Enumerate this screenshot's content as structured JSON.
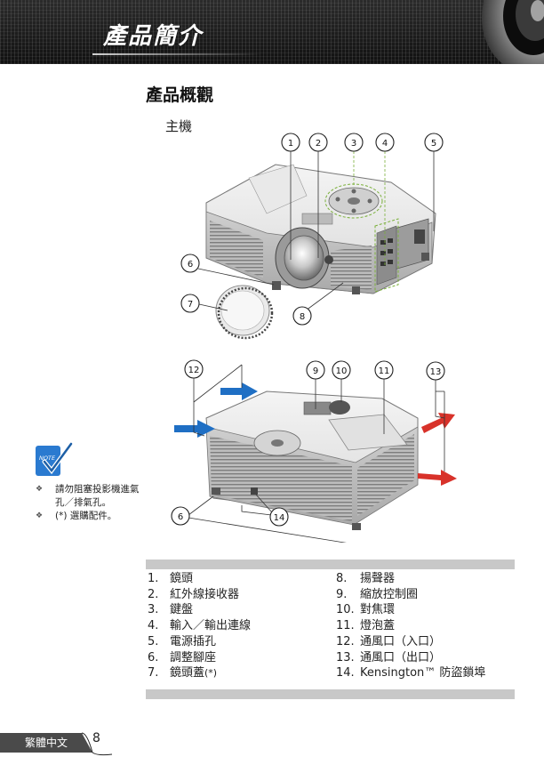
{
  "header": {
    "title": "產品簡介"
  },
  "section": {
    "title": "產品概觀",
    "subtitle": "主機"
  },
  "callouts": {
    "top": [
      "1",
      "2",
      "3",
      "4",
      "5",
      "6",
      "7",
      "8"
    ],
    "bottom": [
      "12",
      "9",
      "10",
      "11",
      "13",
      "6",
      "14"
    ]
  },
  "note": {
    "icon_label": "NOTE",
    "items": [
      "請勿阻塞投影機進氣孔／排氣孔。",
      "(*) 選購配件。"
    ]
  },
  "legend": {
    "left": [
      {
        "num": "1.",
        "label": "鏡頭"
      },
      {
        "num": "2.",
        "label": "紅外線接收器"
      },
      {
        "num": "3.",
        "label": "鍵盤"
      },
      {
        "num": "4.",
        "label": "輸入／輸出連線"
      },
      {
        "num": "5.",
        "label": "電源插孔"
      },
      {
        "num": "6.",
        "label": "調整腳座"
      },
      {
        "num": "7.",
        "label": "鏡頭蓋",
        "suffix": "(*)"
      }
    ],
    "right": [
      {
        "num": "8.",
        "label": "揚聲器"
      },
      {
        "num": "9.",
        "label": "縮放控制圈"
      },
      {
        "num": "10.",
        "label": "對焦環"
      },
      {
        "num": "11.",
        "label": "燈泡蓋"
      },
      {
        "num": "12.",
        "label": "通風口（入口）"
      },
      {
        "num": "13.",
        "label": "通風口（出口）"
      },
      {
        "num": "14.",
        "label": "Kensington™ 防盜鎖埠"
      }
    ]
  },
  "footer": {
    "language": "繁體中文",
    "page": "8"
  },
  "colors": {
    "banner": "#1a1a1a",
    "accent_green": "#7ab03a",
    "arrow_blue": "#1f6fc4",
    "arrow_red": "#d8322a",
    "note_blue": "#2a7ad0"
  }
}
